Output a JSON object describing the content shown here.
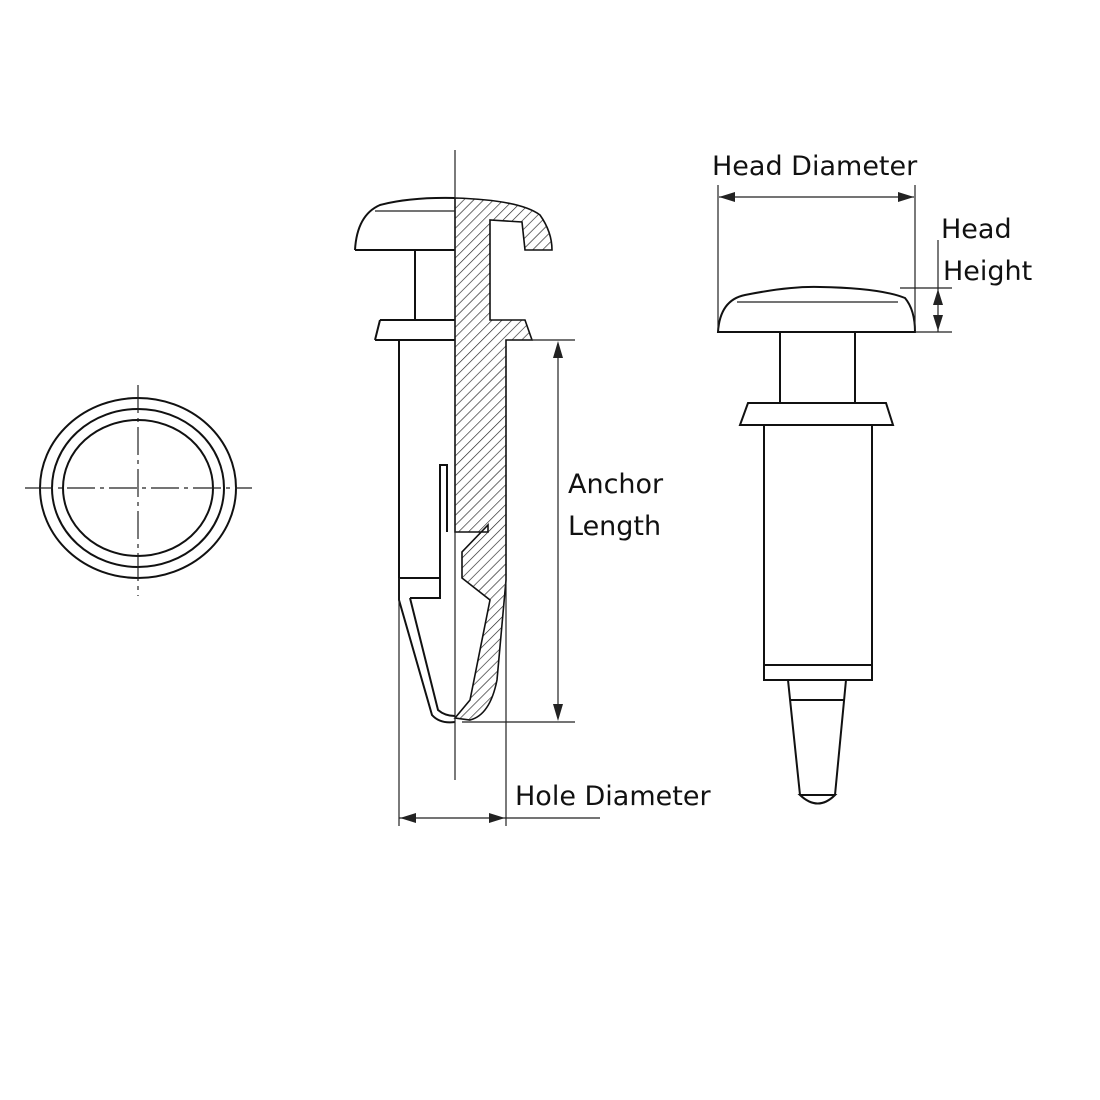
{
  "title": "Push rivet dimension drawing",
  "labels": {
    "anchor_length_line1": "Anchor",
    "anchor_length_line2": "Length",
    "hole_diameter": "Hole Diameter",
    "head_diameter": "Head Diameter",
    "head_height_line1": "Head",
    "head_height_line2": "Height"
  }
}
